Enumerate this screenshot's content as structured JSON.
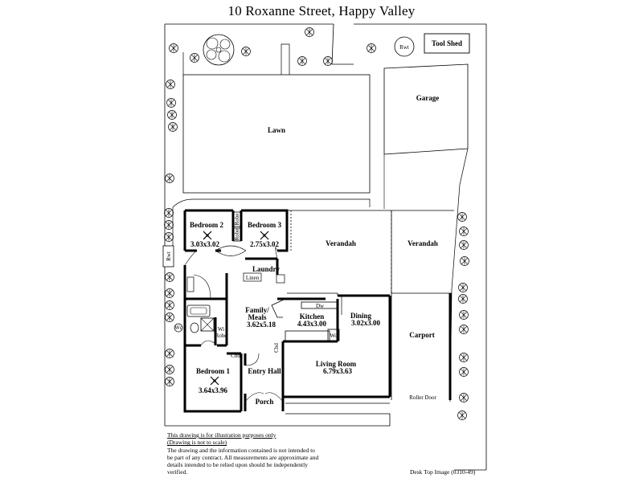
{
  "title": "10 Roxanne Street,  Happy Valley",
  "labels": {
    "lawn": "Lawn",
    "garage": "Garage",
    "tool_shed": "Tool Shed",
    "rwt_top": "Rwt",
    "rwt_side": "Rwt",
    "bedroom2_name": "Bedroom 2",
    "bedroom2_size": "3.03x3.02",
    "bedroom3_name": "Bedroom 3",
    "bedroom3_size": "2.75x3.02",
    "robe1": "Robe",
    "robe2": "Robe",
    "verandah1": "Verandah",
    "verandah2": "Verandah",
    "laundry": "Laundry",
    "linen": "Linen",
    "family_name1": "Family/",
    "family_name2": "Meals",
    "family_size": "3.62x5.18",
    "kitchen_name": "Kitchen",
    "kitchen_size": "4.43x3.00",
    "dw": "Dw",
    "wo": "Wo",
    "dining_name": "Dining",
    "dining_size": "3.02x3.00",
    "carport": "Carport",
    "wi_robe1": "Wi",
    "wi_robe2": "Robe",
    "wc": "Wc",
    "cbd1": "Cbd",
    "cbd2": "Cbd",
    "living_name": "Living Room",
    "living_size": "6.79x3.63",
    "bedroom1_name": "Bedroom 1",
    "bedroom1_size": "3.64x3.96",
    "entry_hall": "Entry Hall",
    "porch": "Porch",
    "roller_door": "Roller Door"
  },
  "disclaimer": {
    "line1": "This drawing is for illustration purposes only",
    "line2": "(Drawing is not to scale)",
    "body": "The drawing and the information contained is not intended to be part of any contract.  All measurements are approximate and details intended to be relied upon should be independently verified."
  },
  "footnote": "Desk Top Image   (0310-49)"
}
